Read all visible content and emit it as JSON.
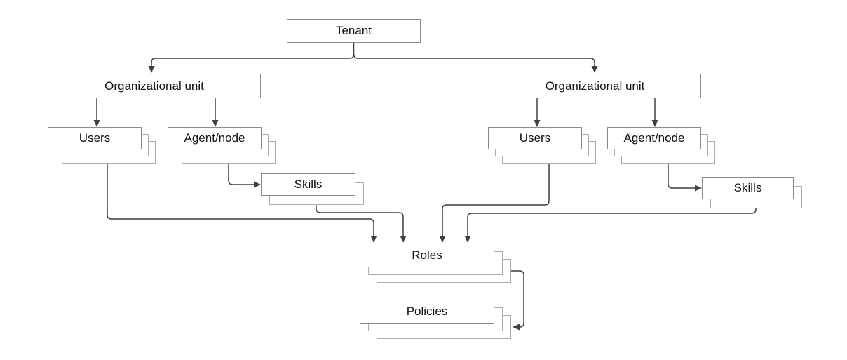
{
  "diagram": {
    "nodes": {
      "tenant": "Tenant",
      "org_unit_left": "Organizational unit",
      "org_unit_right": "Organizational unit",
      "users_left": "Users",
      "agent_node_left": "Agent/node",
      "skills_left": "Skills",
      "users_right": "Users",
      "agent_node_right": "Agent/node",
      "skills_right": "Skills",
      "roles": "Roles",
      "policies": "Policies"
    },
    "edges": [
      {
        "from": "tenant",
        "to": "org_unit_left"
      },
      {
        "from": "tenant",
        "to": "org_unit_right"
      },
      {
        "from": "org_unit_left",
        "to": "users_left"
      },
      {
        "from": "org_unit_left",
        "to": "agent_node_left"
      },
      {
        "from": "org_unit_right",
        "to": "users_right"
      },
      {
        "from": "org_unit_right",
        "to": "agent_node_right"
      },
      {
        "from": "agent_node_left",
        "to": "skills_left"
      },
      {
        "from": "agent_node_right",
        "to": "skills_right"
      },
      {
        "from": "users_left",
        "to": "roles"
      },
      {
        "from": "skills_left",
        "to": "roles"
      },
      {
        "from": "users_right",
        "to": "roles"
      },
      {
        "from": "skills_right",
        "to": "roles"
      },
      {
        "from": "roles",
        "to": "policies"
      }
    ],
    "colors": {
      "background": "#ffffff",
      "box_border": "#8a8a8a",
      "stack_border": "#adadad",
      "connector": "#3f3f3f",
      "text": "#111111"
    }
  }
}
